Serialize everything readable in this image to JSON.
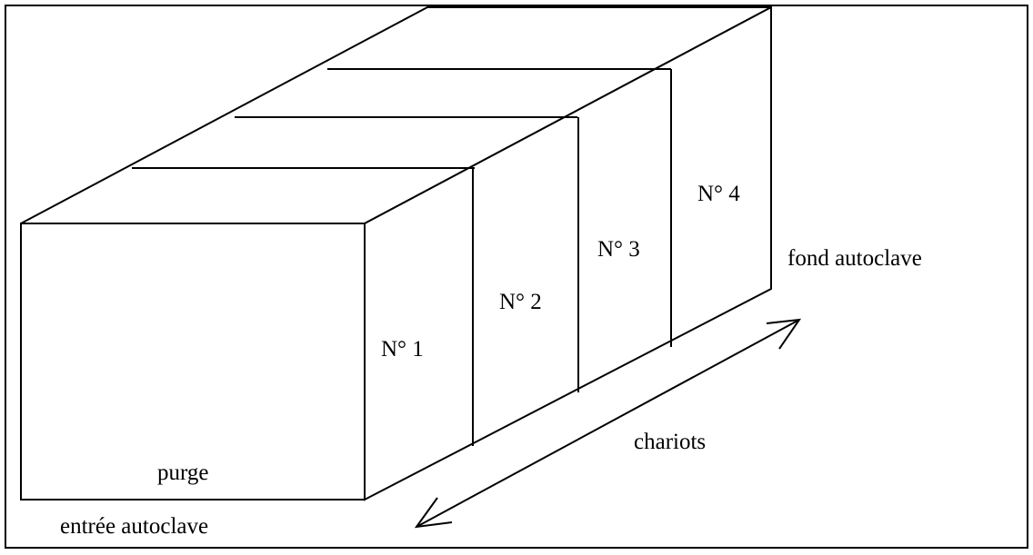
{
  "labels": {
    "carts": [
      "N° 1",
      "N° 2",
      "N° 3",
      "N° 4"
    ],
    "purge": "purge",
    "entry": "entrée autoclave",
    "back": "fond autoclave",
    "chariots": "chariots"
  },
  "colors": {
    "stroke": "#000000",
    "background": "#ffffff"
  }
}
